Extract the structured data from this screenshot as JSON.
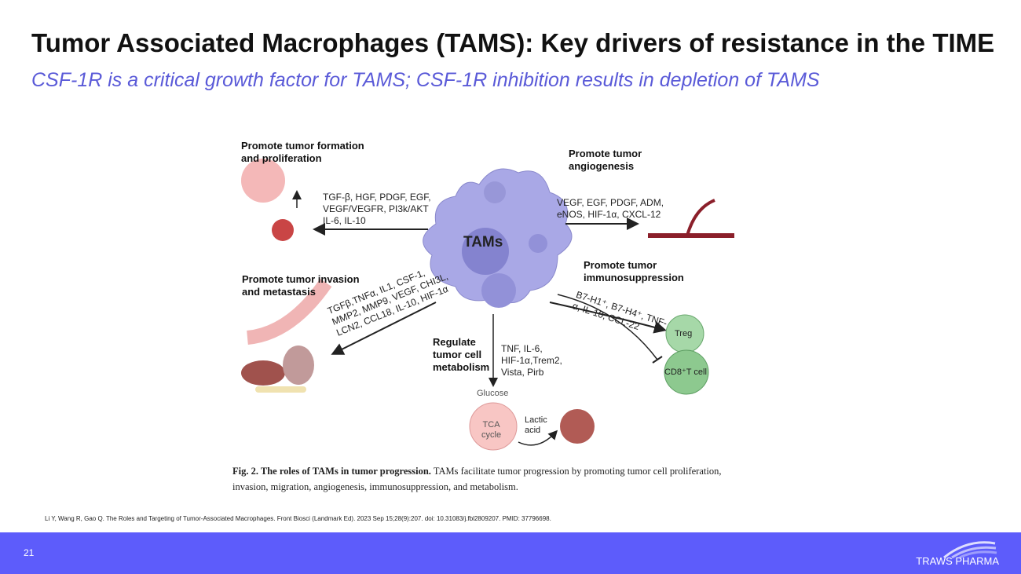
{
  "title": "Tumor Associated Macrophages (TAMS): Key drivers of resistance in the TIME",
  "subtitle": "CSF-1R is a critical growth factor for TAMS;  CSF-1R inhibition results in depletion of TAMS",
  "figure": {
    "center": "TAMs",
    "proliferation": {
      "heading1": "Promote tumor formation",
      "heading2": "and proliferation",
      "f1": "TGF-β, HGF, PDGF, EGF,",
      "f2": "VEGF/VEGFR, PI3k/AKT",
      "f3": "IL-6, IL-10"
    },
    "angiogenesis": {
      "heading1": "Promote tumor",
      "heading2": "angiogenesis",
      "f1": "VEGF, EGF, PDGF, ADM,",
      "f2": " eNOS, HIF-1α, CXCL-12"
    },
    "invasion": {
      "heading1": "Promote tumor invasion",
      "heading2": "and metastasis",
      "f1": "TGFβ,TNFα, IL1, CSF-1,",
      "f2": "MMP2, MMP9, VEGF, CHI3L,",
      "f3": "LCN2, CCL18, IL-10, HIF-1α"
    },
    "immuno": {
      "heading1": "Promote tumor",
      "heading2": "immunosuppression",
      "f1": "B7-H1⁺, B7-H4⁺, TNF-",
      "f2": "α, IL-10, CCL-22",
      "treg": "Treg",
      "cd8": "CD8⁺T cell"
    },
    "metabolism": {
      "heading1": "Regulate",
      "heading2": "tumor cell",
      "heading3": "metabolism",
      "f1": "TNF, IL-6,",
      "f2": "HIF-1α,Trem2,",
      "f3": "Vista, Pirb",
      "glucose": "Glucose",
      "tca1": "TCA",
      "tca2": "cycle",
      "lactic1": "Lactic",
      "lactic2": "acid"
    },
    "caption_bold": "Fig. 2. The roles of TAMs in tumor progression.",
    "caption_text": " TAMs facilitate tumor progression by promoting tumor cell proliferation, invasion, migration, angiogenesis, immunosuppression, and metabolism."
  },
  "citation": "Li Y, Wang R, Gao Q. The Roles and Targeting of Tumor-Associated Macrophages. Front Biosci (Landmark Ed). 2023 Sep 15;28(9):207. doi: 10.31083/j.fbl2809207. PMID: 37796698.",
  "footer": {
    "page": "21",
    "logo": "TRAWS PHARMA"
  },
  "colors": {
    "accent": "#5d5cfb",
    "subtitle": "#5a5ad8"
  }
}
